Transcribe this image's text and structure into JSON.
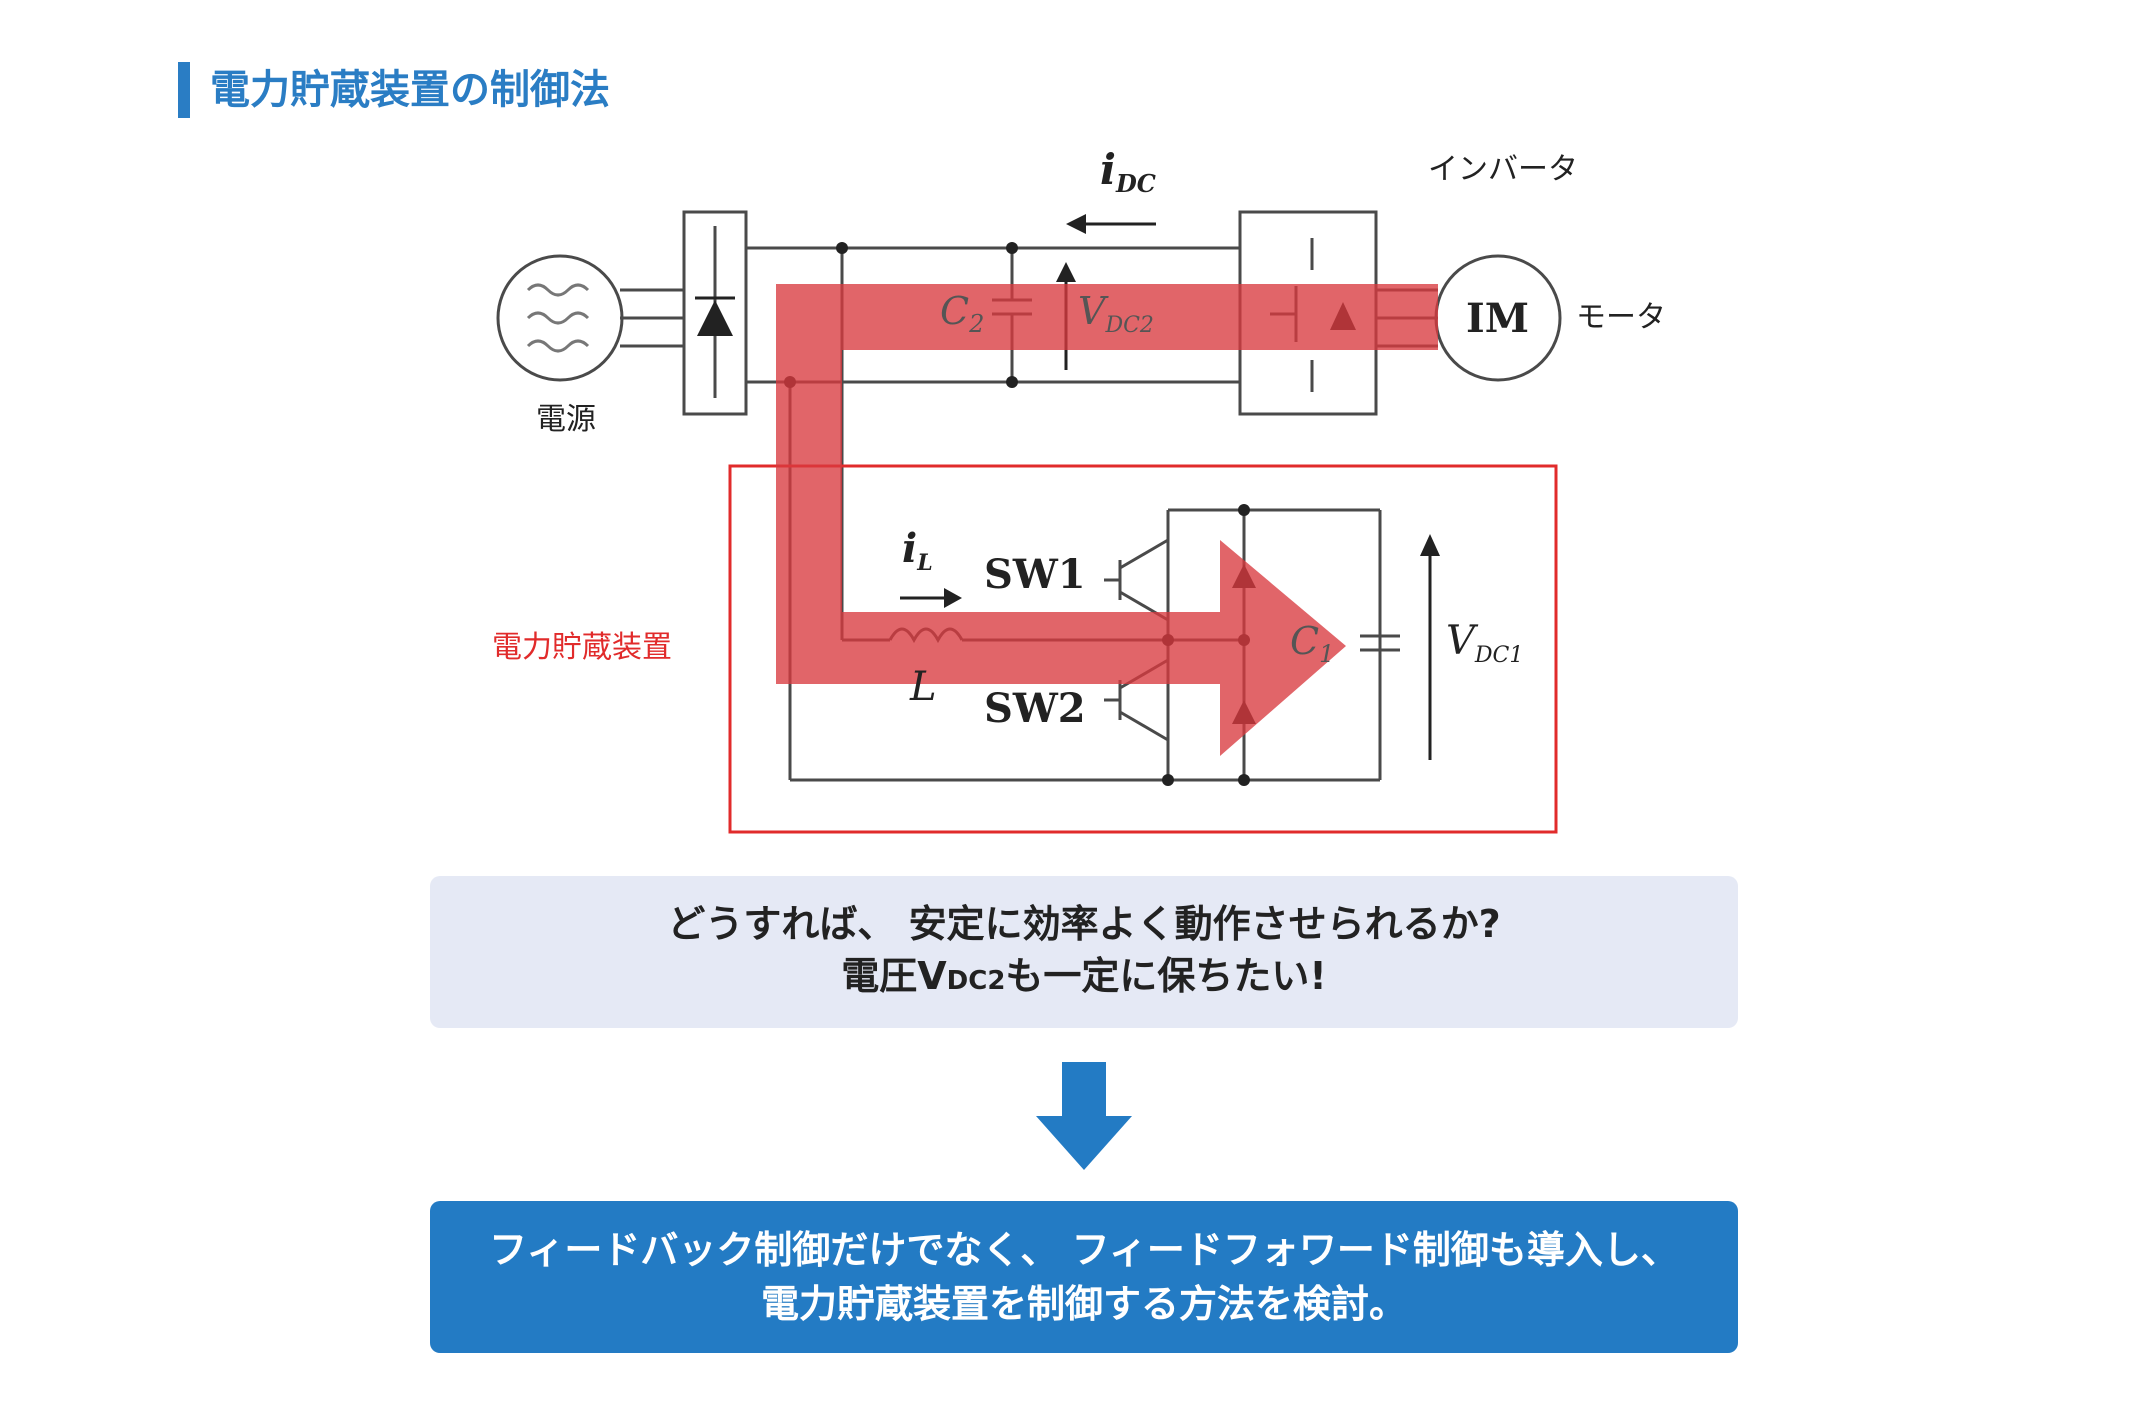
{
  "heading": "電力貯蔵装置の制御法",
  "labels": {
    "power_source": "電源",
    "inverter": "インバータ",
    "motor": "モータ",
    "storage": "電力貯蔵装置",
    "motor_symbol": "IM",
    "sw1": "SW1",
    "sw2": "SW2",
    "i_dc": "i",
    "i_dc_sub": "DC",
    "v_dc2": "V",
    "v_dc2_sub": "DC2",
    "c2": "C",
    "c2_sub": "2",
    "i_l": "i",
    "i_l_sub": "L",
    "inductor": "L",
    "c1": "C",
    "c1_sub": "1",
    "v_dc1": "V",
    "v_dc1_sub": "DC1"
  },
  "question": {
    "line1": "どうすれば、 安定に効率よく動作させられるか?",
    "line2_pre": "電圧V",
    "line2_sub": "DC2",
    "line2_post": "も一定に保ちたい!"
  },
  "answer": {
    "line1": "フィードバック制御だけでなく、 フィードフォワード制御も導入し、",
    "line2": "電力貯蔵装置を制御する方法を検討。"
  },
  "colors": {
    "accent_blue": "#2a7dc4",
    "answer_bg": "#237bc4",
    "question_bg": "#e5e9f5",
    "highlight_red": "#d93a3f",
    "storage_box": "#e12b2b"
  }
}
